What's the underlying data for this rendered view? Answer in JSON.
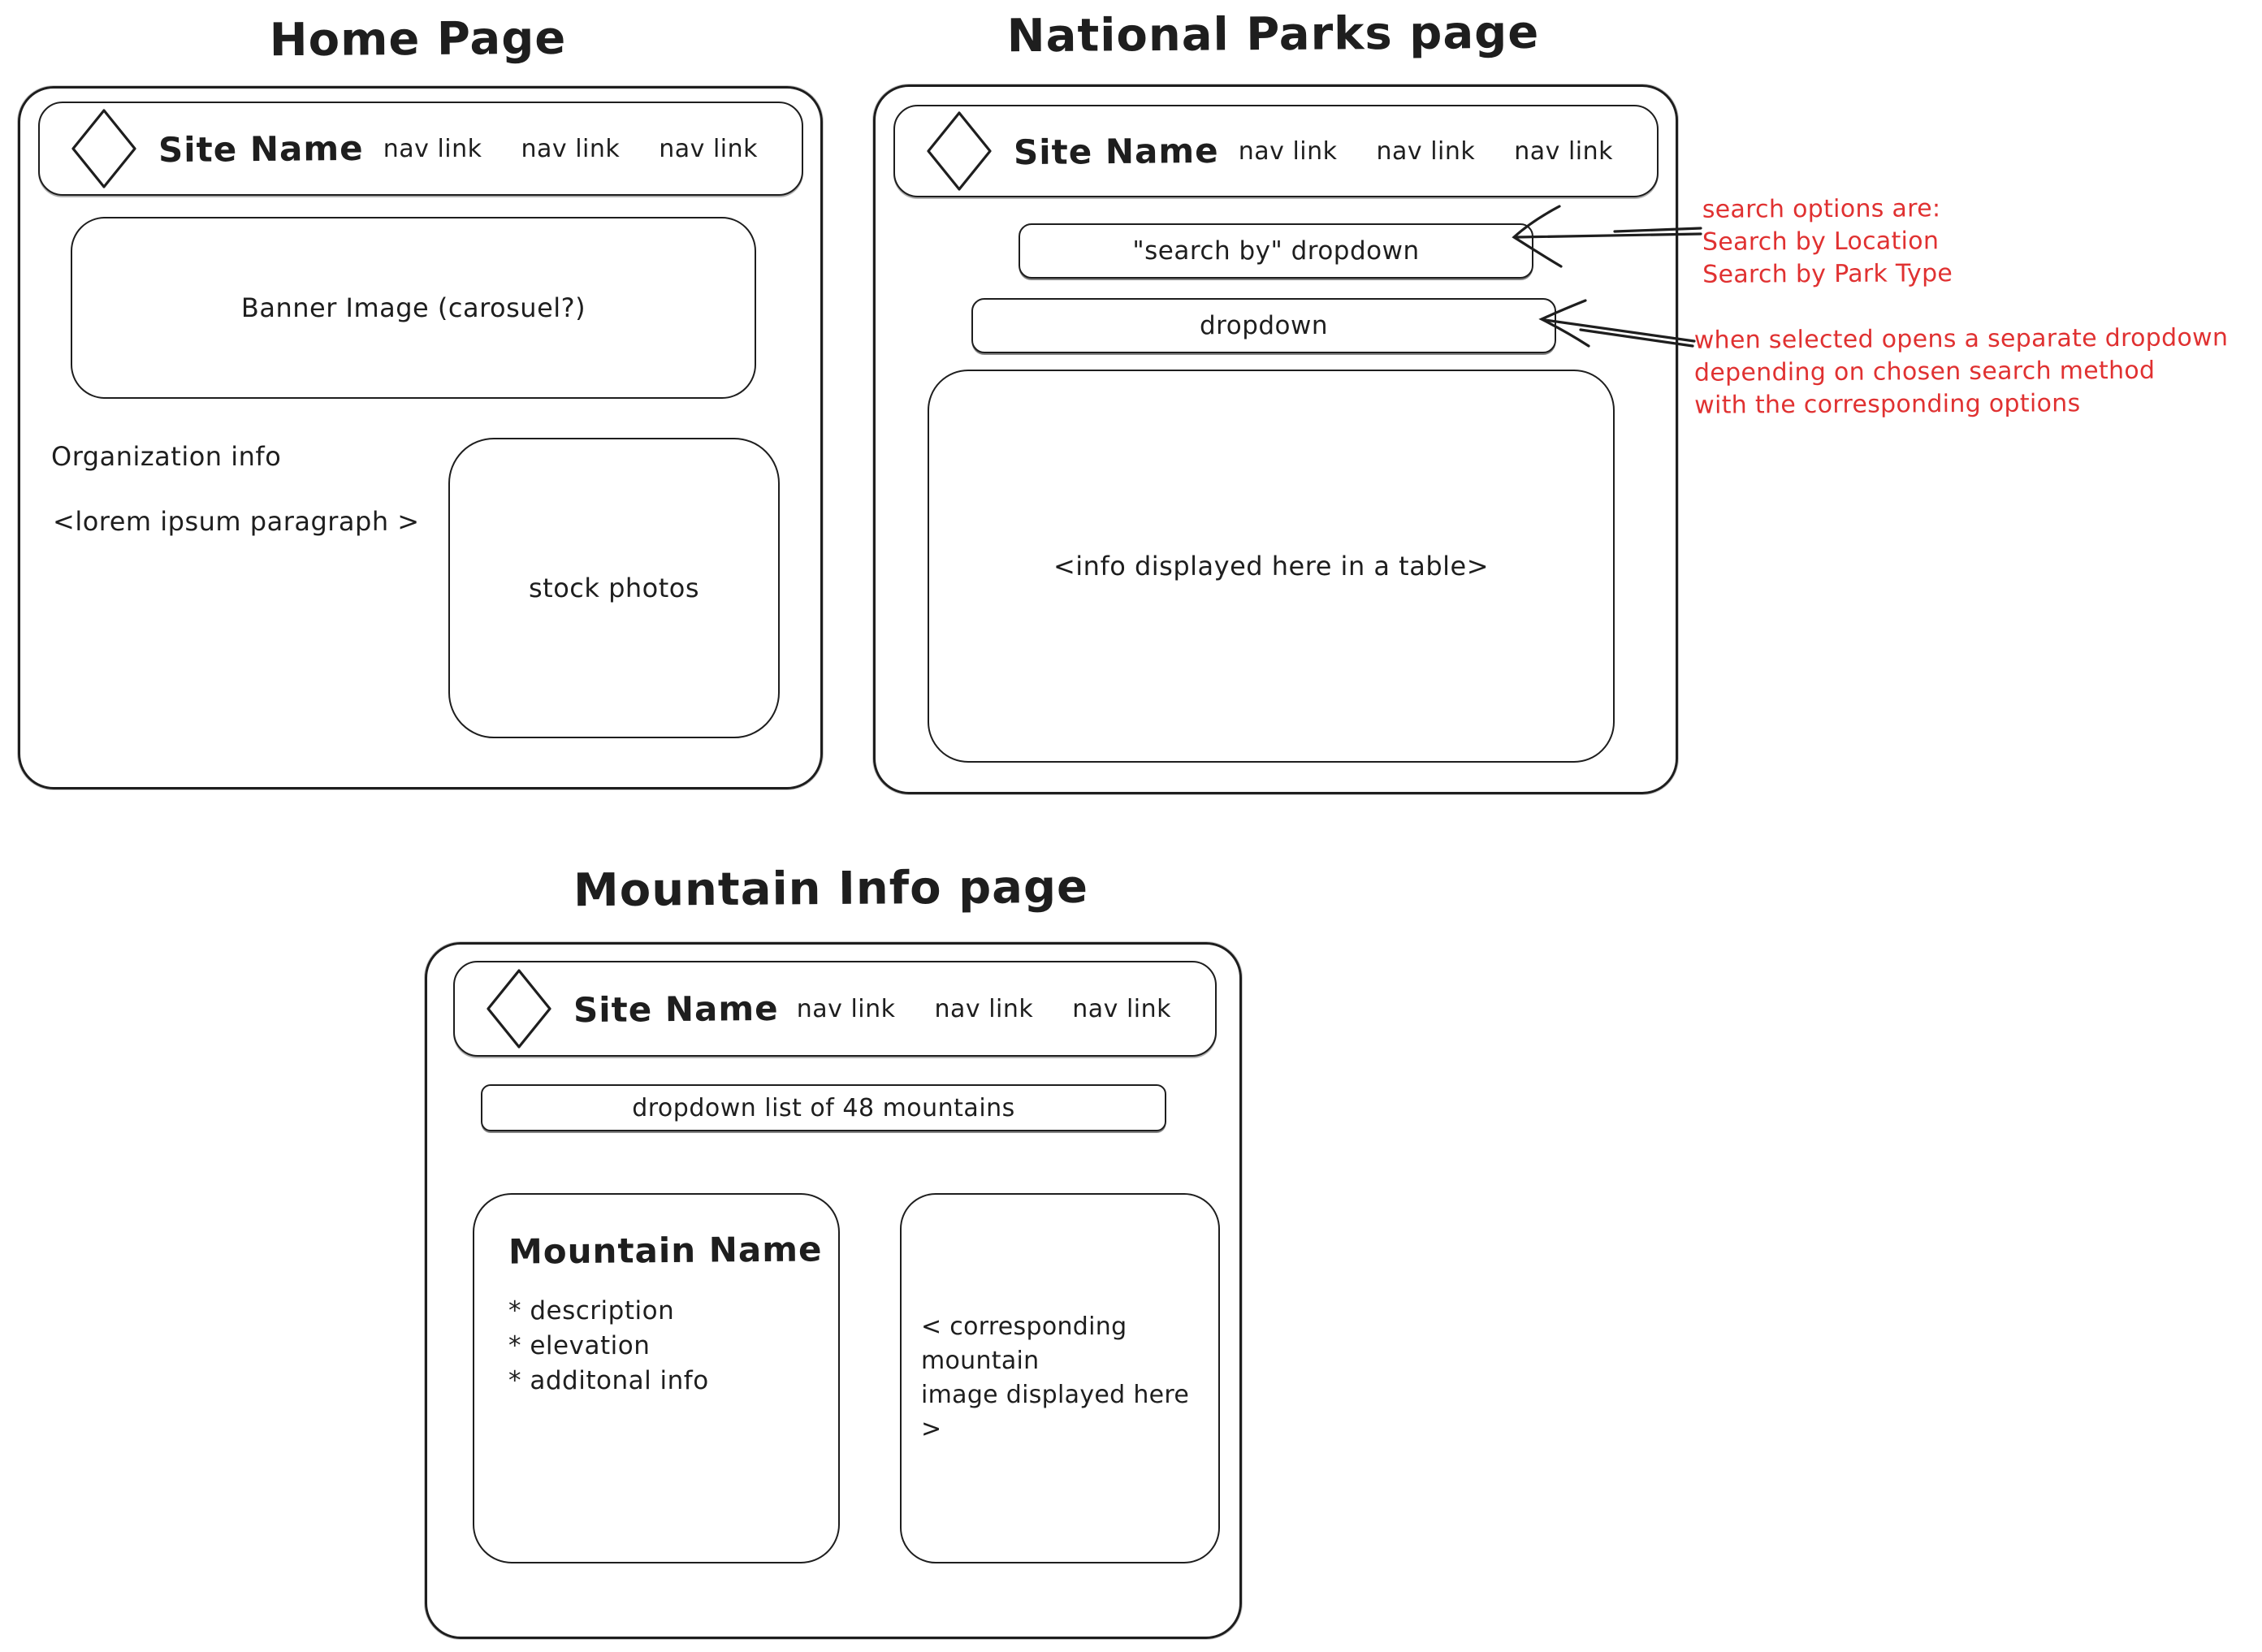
{
  "colors": {
    "stroke": "#1e1e1e",
    "annotation": "#e03131",
    "background": "#ffffff"
  },
  "pages": [
    {
      "title": "Home Page",
      "navbar": {
        "logo_icon": "diamond-icon",
        "site_name": "Site Name",
        "links": [
          "nav link",
          "nav link",
          "nav link"
        ]
      },
      "banner_label": "Banner Image (carosuel?)",
      "org_info_label": "Organization info",
      "lorem_label": "<lorem ipsum paragraph >",
      "stock_photos_label": "stock photos"
    },
    {
      "title": "National Parks page",
      "navbar": {
        "logo_icon": "diamond-icon",
        "site_name": "Site Name",
        "links": [
          "nav link",
          "nav link",
          "nav link"
        ]
      },
      "search_by_dropdown_label": "\"search by\" dropdown",
      "dropdown_label": "dropdown",
      "table_label": "<info displayed here in a table>"
    },
    {
      "title": "Mountain Info page",
      "navbar": {
        "logo_icon": "diamond-icon",
        "site_name": "Site Name",
        "links": [
          "nav link",
          "nav link",
          "nav link"
        ]
      },
      "mountain_dropdown_label": "dropdown list of 48 mountains",
      "mountain_card": {
        "heading": "Mountain Name",
        "bullets": [
          "* description",
          "* elevation",
          "* additonal info"
        ]
      },
      "image_card_lines": [
        "< corresponding mountain",
        "image displayed here >"
      ]
    }
  ],
  "annotations": {
    "search_options": {
      "lines": [
        "search options are:",
        "Search by Location",
        "Search by Park Type"
      ]
    },
    "dropdown_behavior": {
      "lines": [
        "when selected opens a separate dropdown",
        "depending on chosen search method",
        "with the corresponding options"
      ]
    }
  }
}
